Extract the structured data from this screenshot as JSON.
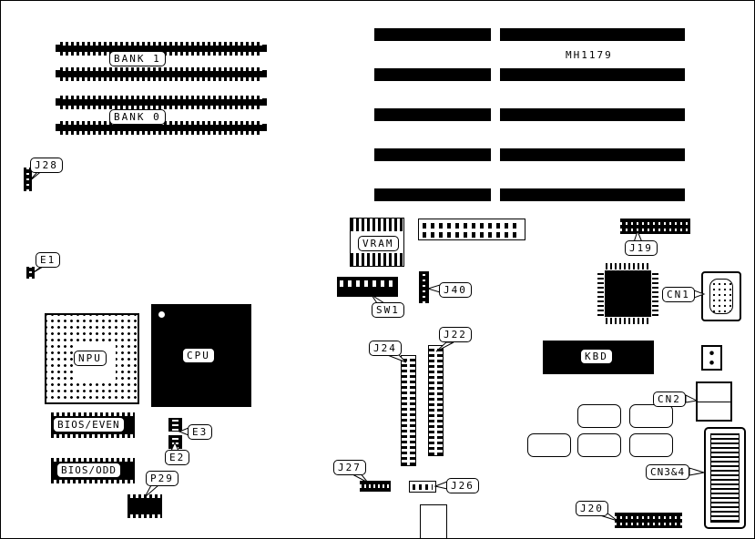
{
  "diagram": {
    "part_number": "MH1179",
    "labels": {
      "bank1": "BANK 1",
      "bank0": "BANK 0",
      "j28": "J28",
      "e1": "E1",
      "vram": "VRAM",
      "j19": "J19",
      "sw1": "SW1",
      "j40": "J40",
      "cn1": "CN1",
      "npu": "NPU",
      "cpu": "CPU",
      "kbd": "KBD",
      "cn2": "CN2",
      "bios_even": "BIOS/EVEN",
      "bios_odd": "BIOS/ODD",
      "e3": "E3",
      "e2": "E2",
      "p29": "P29",
      "j24": "J24",
      "j22": "J22",
      "j27": "J27",
      "j26": "J26",
      "cn3_4": "CN3&4",
      "j20": "J20"
    }
  }
}
